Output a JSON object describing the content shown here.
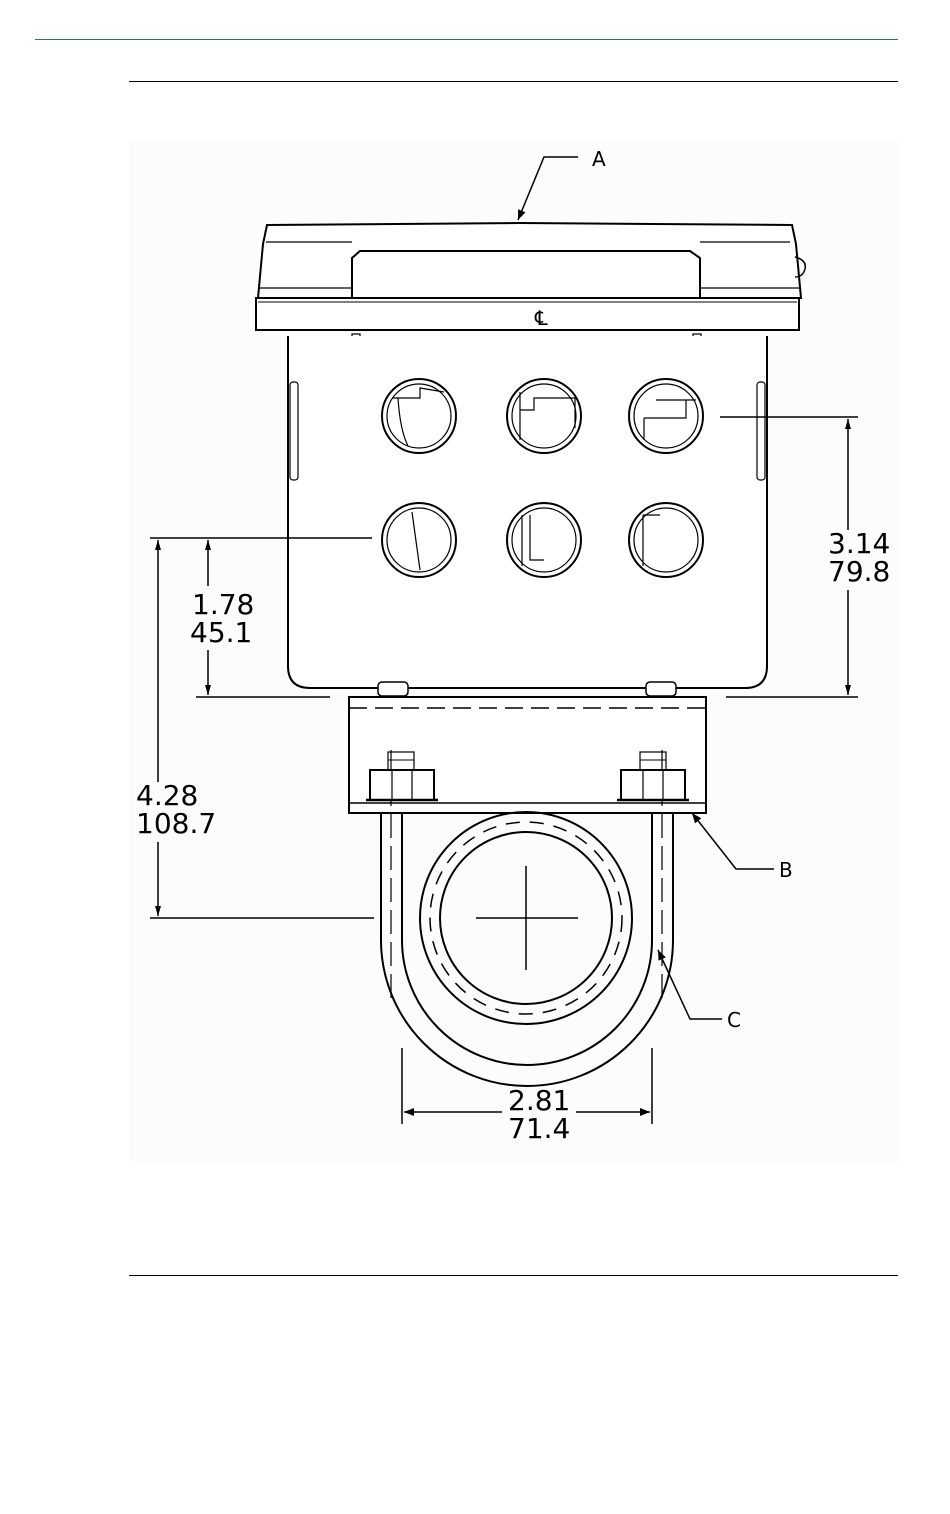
{
  "callouts": {
    "a": "A",
    "b": "B",
    "c": "C"
  },
  "dimensions": {
    "height_1": {
      "in": "1.78",
      "mm": "45.1"
    },
    "height_2": {
      "in": "4.28",
      "mm": "108.7"
    },
    "height_3": {
      "in": "3.14",
      "mm": "79.8"
    },
    "width_1": {
      "in": "2.81",
      "mm": "71.4"
    }
  },
  "centerline_symbol": "℄"
}
